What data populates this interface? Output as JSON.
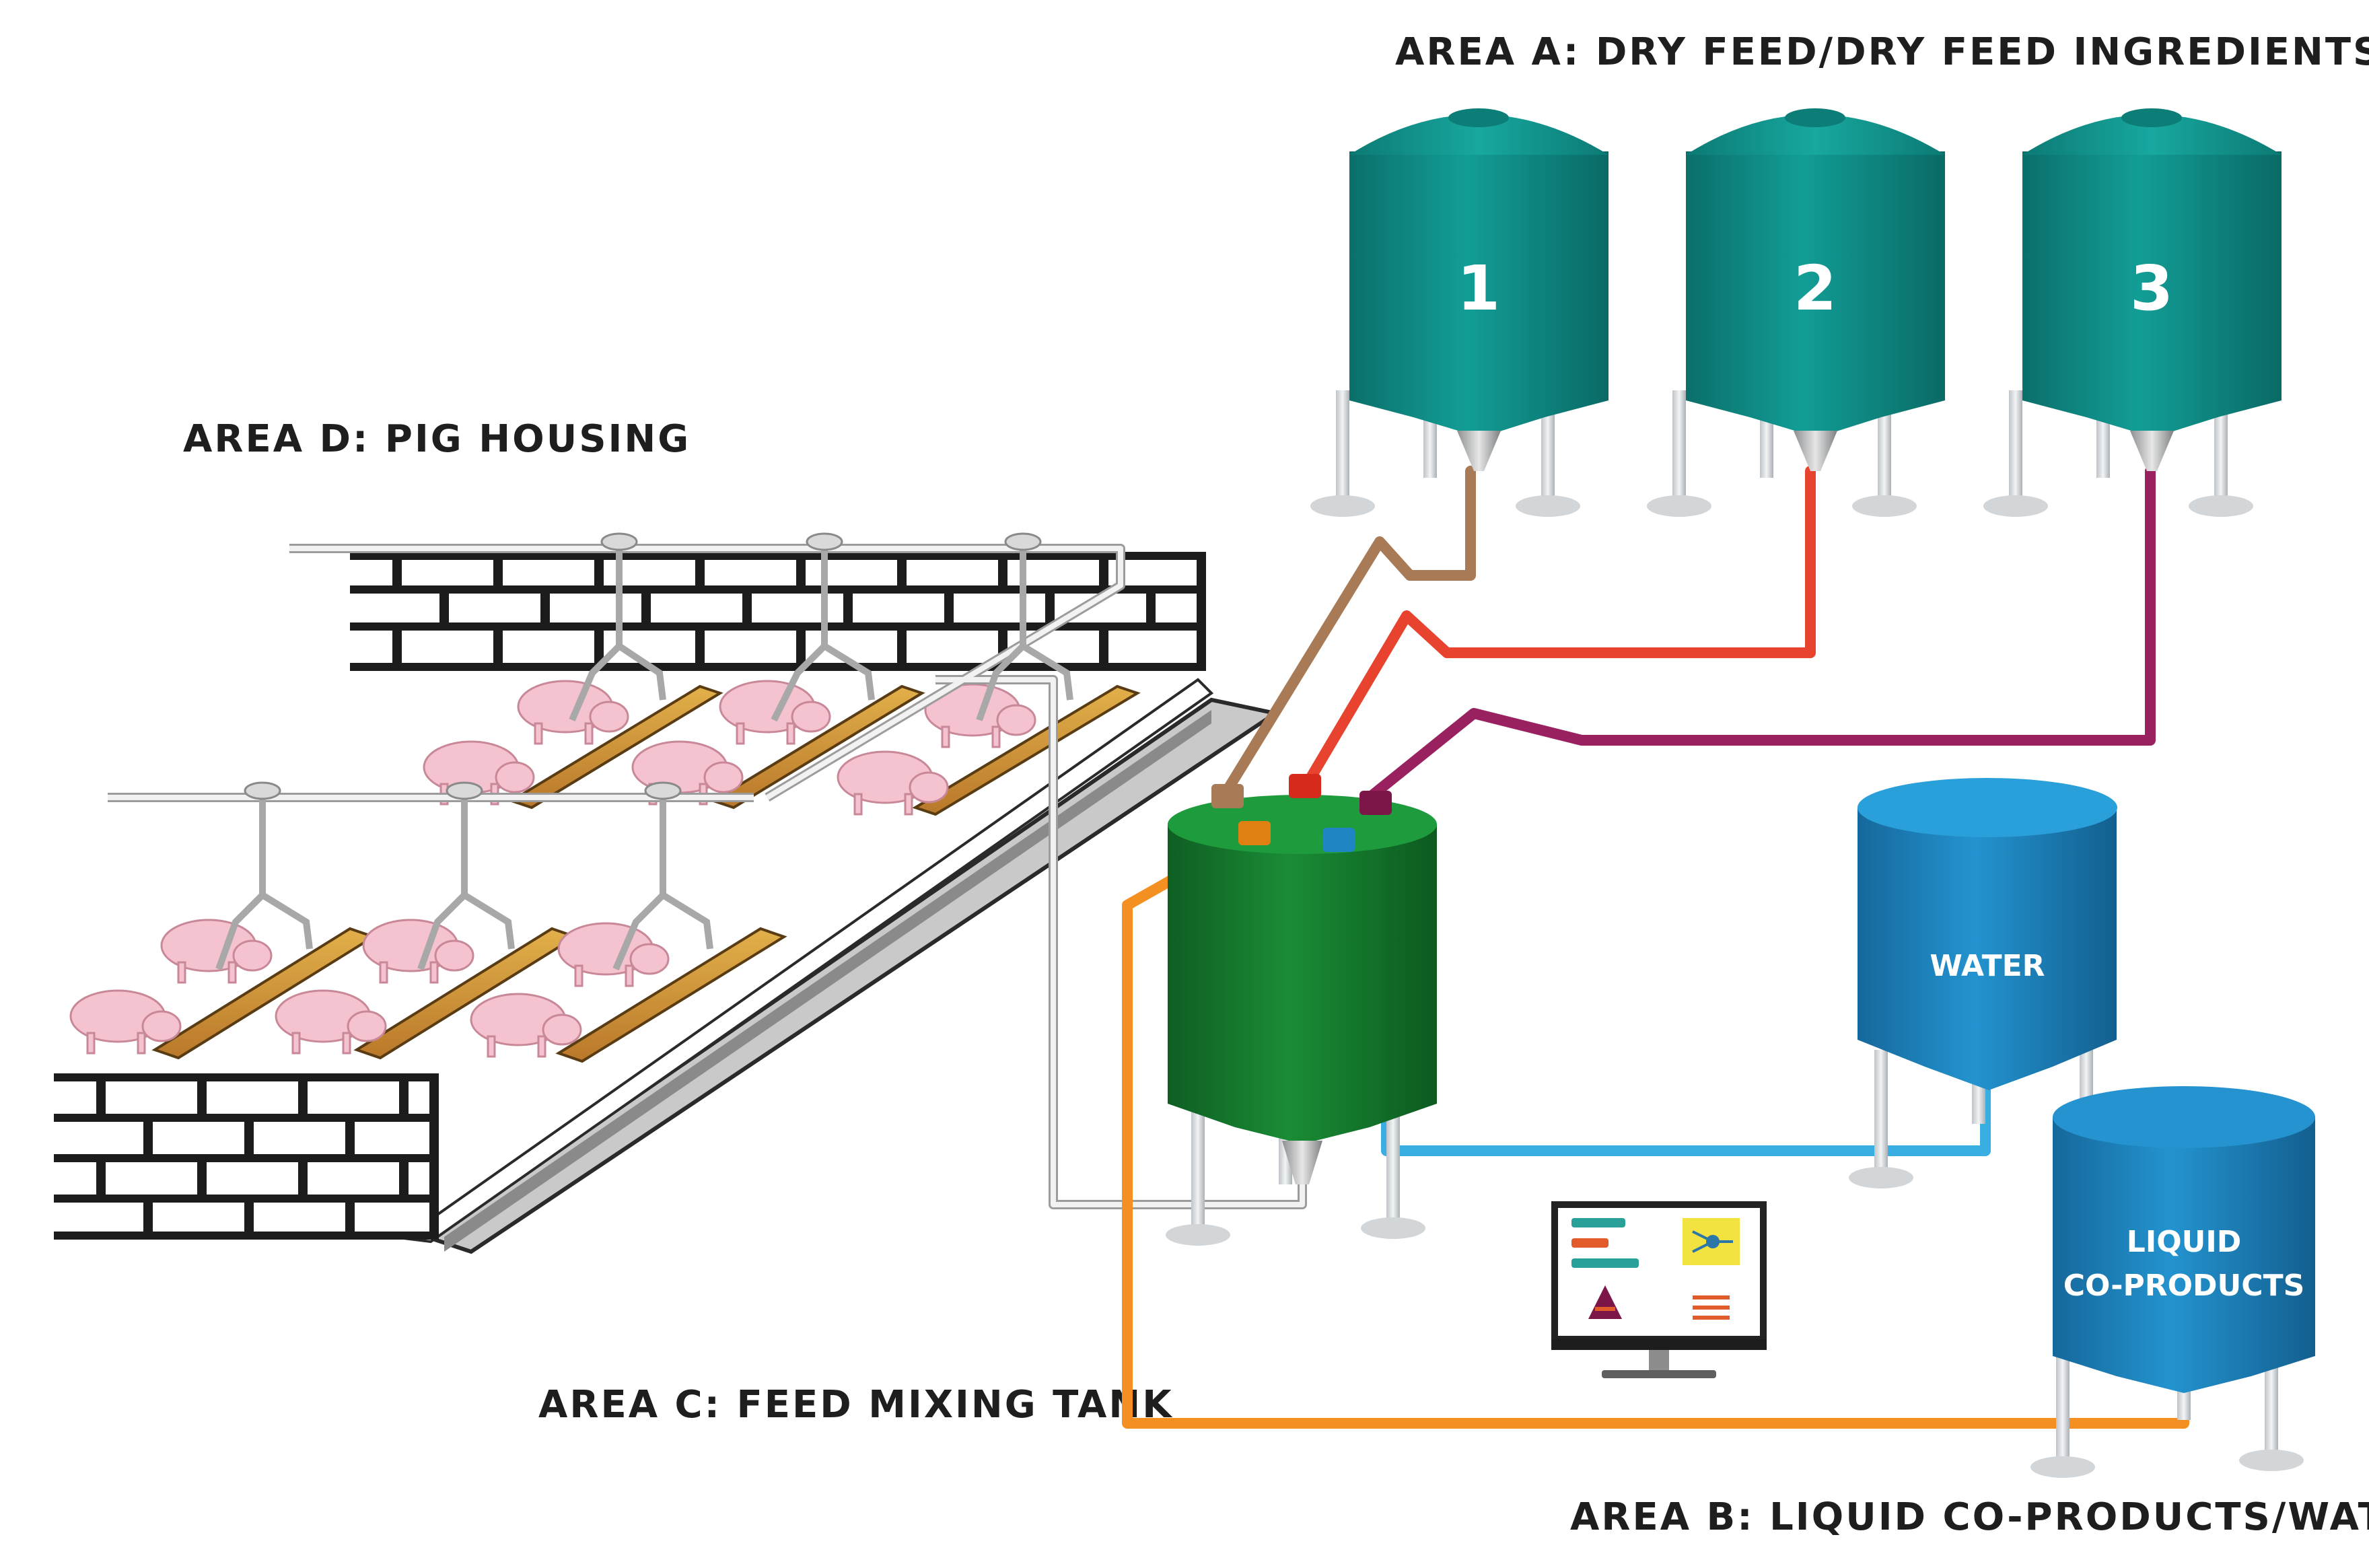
{
  "areas": {
    "a": "AREA A: DRY FEED/DRY FEED INGREDIENTS",
    "b": "AREA B: LIQUID CO-PRODUCTS/WATER",
    "c": "AREA C: FEED MIXING TANK",
    "d": "AREA D: PIG HOUSING"
  },
  "silos": [
    {
      "label": "1",
      "pipe_color": "#a87a55"
    },
    {
      "label": "2",
      "pipe_color": "#e8432e"
    },
    {
      "label": "3",
      "pipe_color": "#9a2160"
    }
  ],
  "tanks": {
    "water": "WATER",
    "liquid_line1": "LIQUID",
    "liquid_line2": "CO-PRODUCTS"
  },
  "colors": {
    "silo": "#0f8c86",
    "mixing_tank": "#13792e",
    "liquid_tank": "#1d86c2",
    "water_pipe": "#38aee3",
    "liquid_pipe": "#f39021",
    "feed_line": "#d6d6d6"
  }
}
